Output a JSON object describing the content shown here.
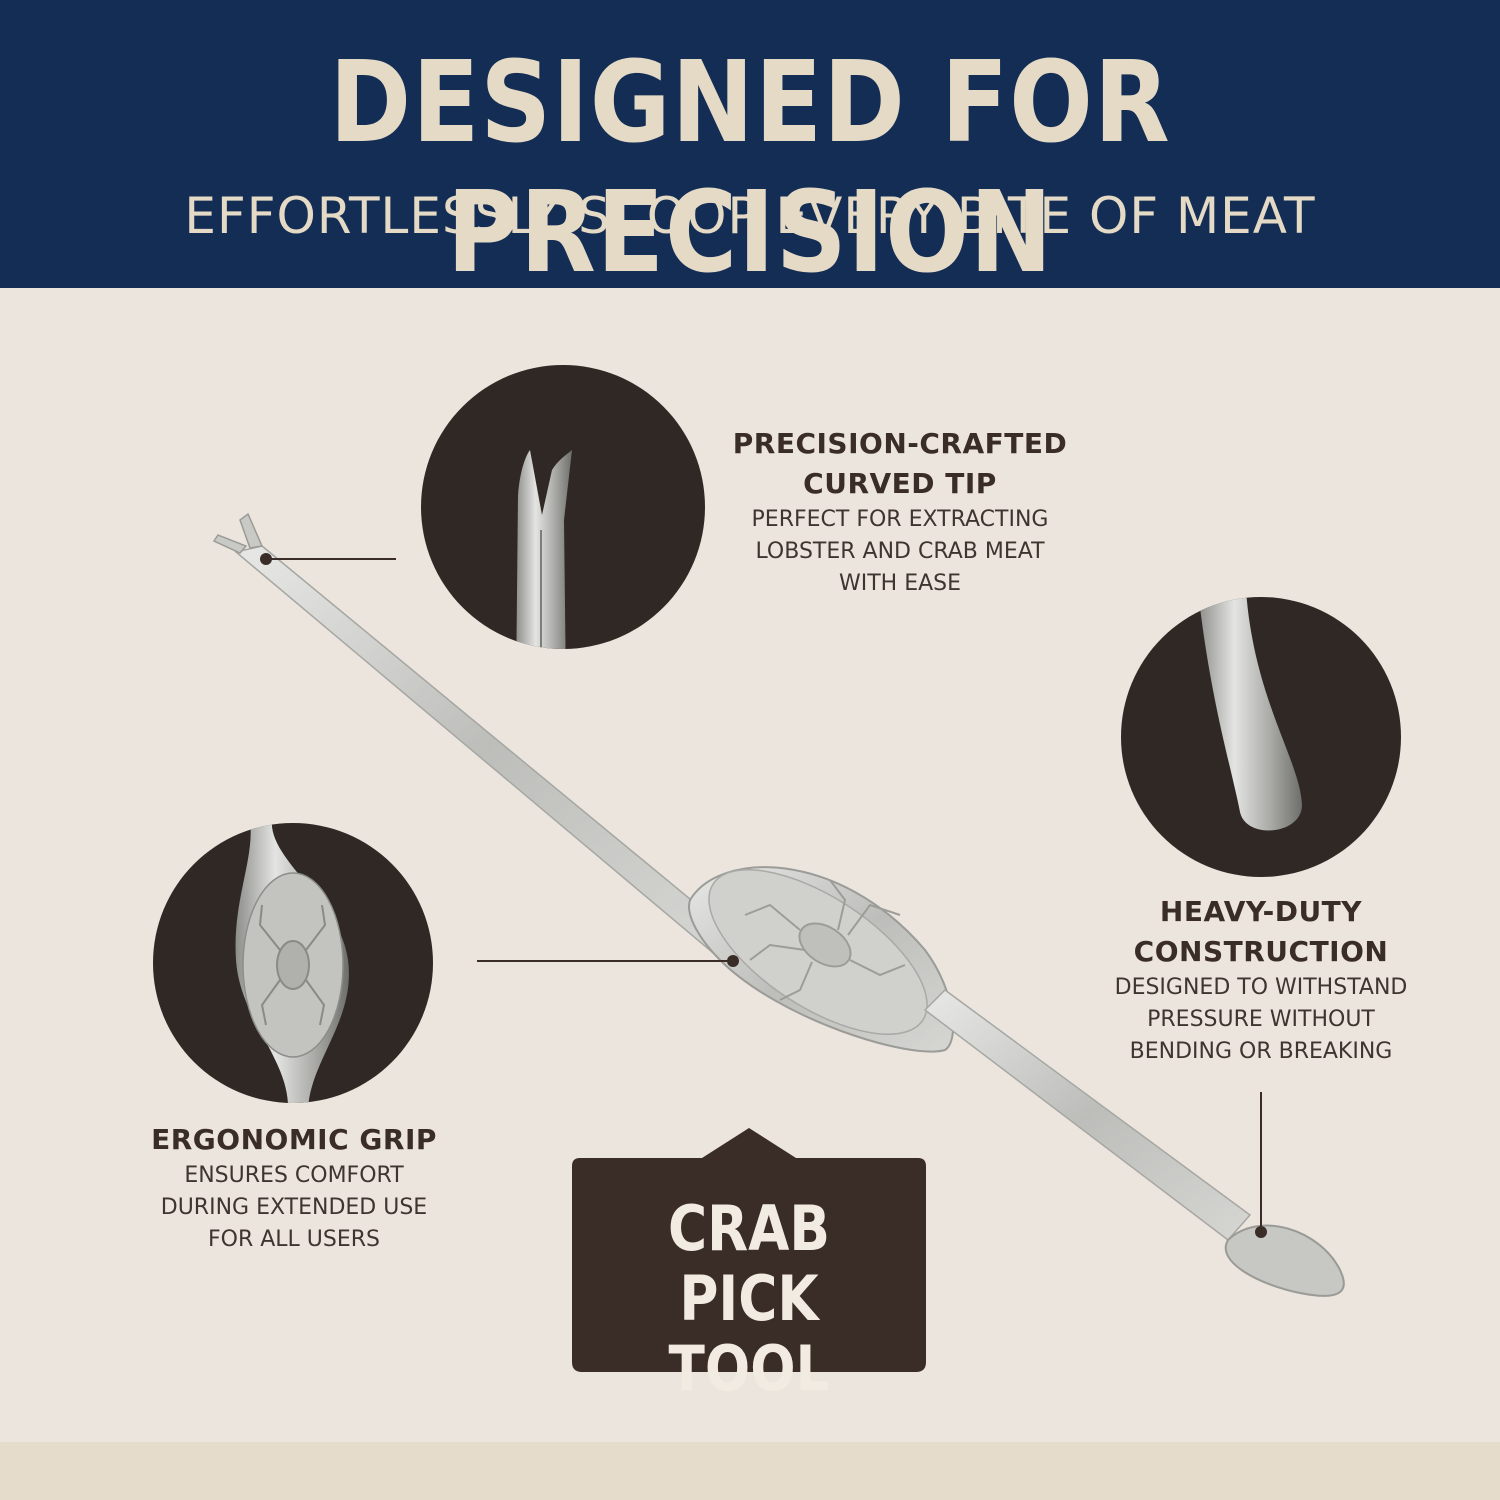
{
  "header": {
    "title": "DESIGNED FOR PRECISION",
    "subtitle": "EFFORTLESSLY SCOOP EVERY BITE OF MEAT"
  },
  "features": {
    "tip": {
      "title": "PRECISION-CRAFTED\nCURVED TIP",
      "description": "PERFECT FOR EXTRACTING\nLOBSTER AND CRAB MEAT\nWITH EASE"
    },
    "construction": {
      "title": "HEAVY-DUTY\nCONSTRUCTION",
      "description": "DESIGNED TO WITHSTAND\nPRESSURE WITHOUT\nBENDING OR BREAKING"
    },
    "grip": {
      "title": "ERGONOMIC GRIP",
      "description": "ENSURES COMFORT\nDURING EXTENDED USE\nFOR ALL USERS"
    }
  },
  "badge": {
    "label": "CRAB PICK\nTOOL"
  },
  "colors": {
    "header_bg": "#142d54",
    "header_text": "#e4dac6",
    "page_bg": "#ebe5dd",
    "circle_bg": "#2f2824",
    "text_dark": "#3a2d27"
  }
}
